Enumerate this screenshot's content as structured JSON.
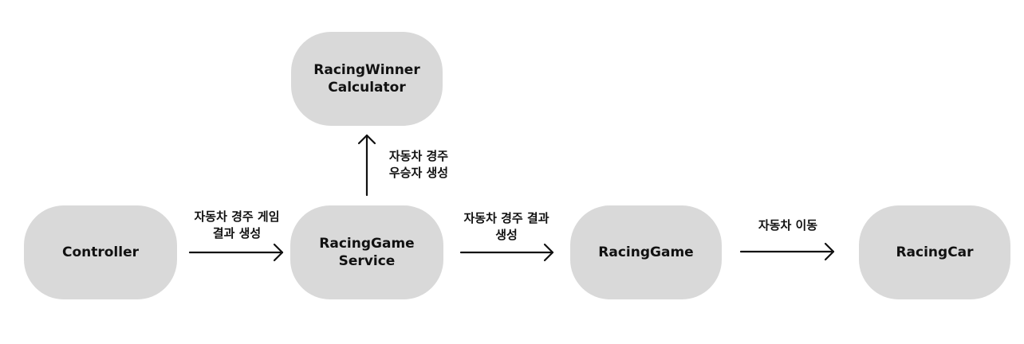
{
  "nodes": {
    "winner_calculator": "RacingWinner\nCalculator",
    "controller": "Controller",
    "racing_game_service": "RacingGame\nService",
    "racing_game": "RacingGame",
    "racing_car": "RacingCar"
  },
  "edges": {
    "controller_to_service": "자동차 경주 게임\n결과 생성",
    "service_to_calculator": "자동차 경주\n우승자 생성",
    "service_to_game": "자동차 경주 결과\n생성",
    "game_to_car": "자동차 이동"
  },
  "colors": {
    "node_fill": "#d9d9d9",
    "arrow": "#111111",
    "text": "#111111"
  }
}
